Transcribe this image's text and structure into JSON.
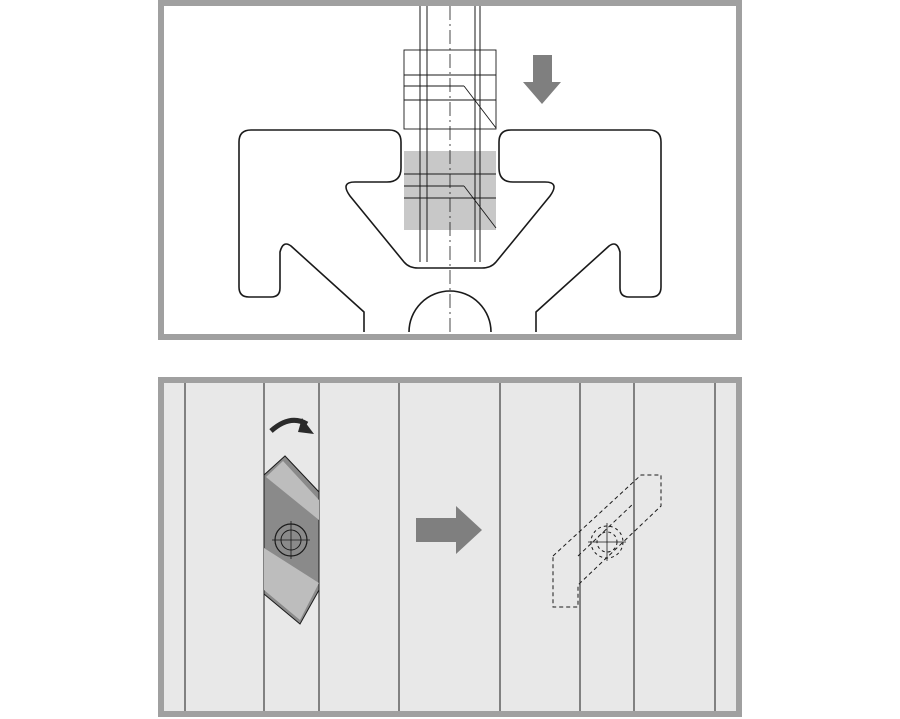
{
  "colors": {
    "background": "#ffffff",
    "panel_border": "#a0a0a0",
    "top_panel_fill": "#ffffff",
    "bottom_panel_fill": "#e8e8e8",
    "line": "#1a1a1a",
    "insert_shade": "#c8c8c8",
    "nut_fill": "#8a8a8a",
    "nut_band": "#bdbdbd",
    "arrow_fill": "#7f7f7f",
    "rotate_arrow": "#2a2a2a"
  },
  "panels": [
    {
      "id": "insert-view",
      "elements": [
        "extrusion-profile",
        "t-nut-side-view",
        "down-arrow"
      ]
    },
    {
      "id": "rotate-view",
      "elements": [
        "t-nut-top-view",
        "rotate-arrow",
        "right-arrow",
        "t-nut-locked-outline"
      ]
    }
  ],
  "icons": {
    "down_arrow": "arrow-down-icon",
    "right_arrow": "arrow-right-icon",
    "rotate_arrow": "rotate-clockwise-icon"
  }
}
